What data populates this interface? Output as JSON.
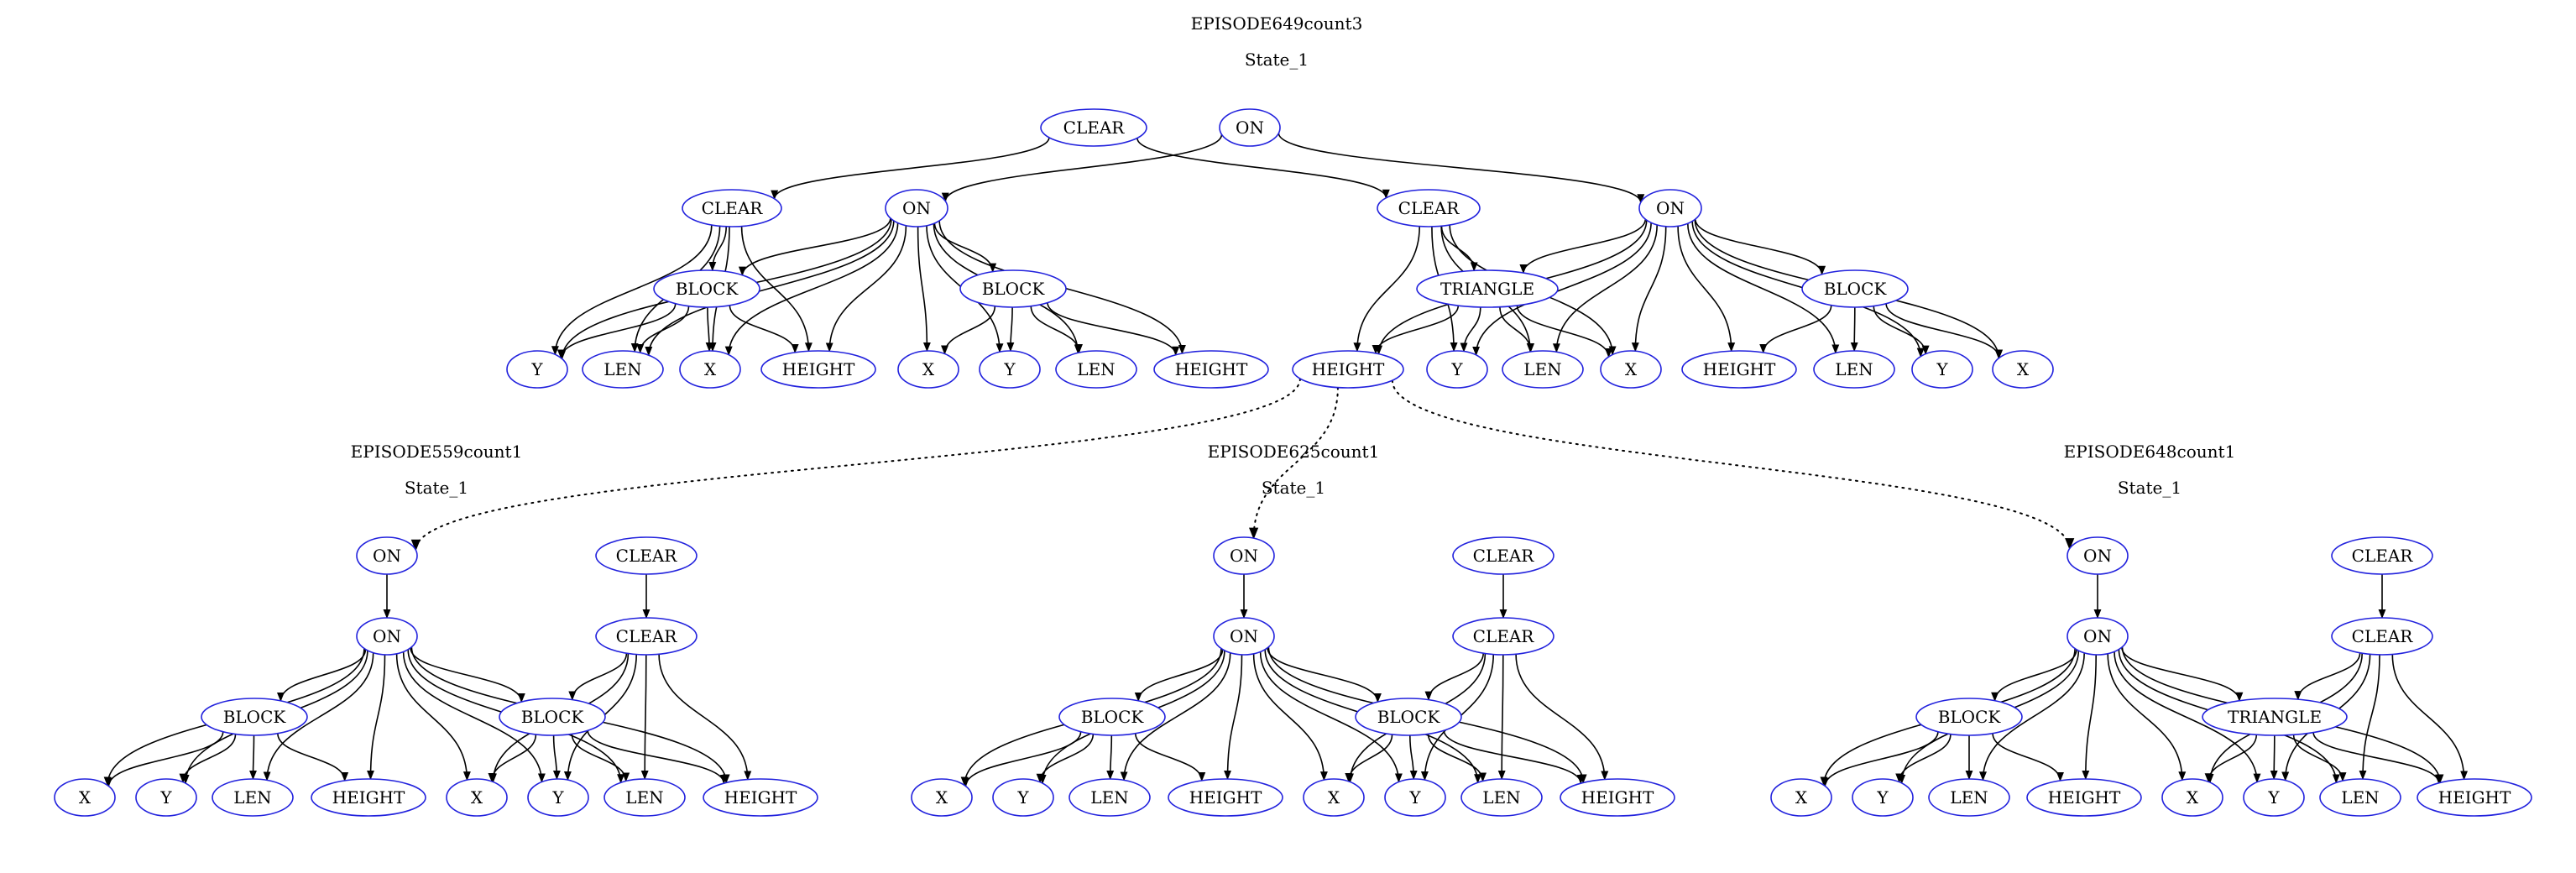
{
  "colors": {
    "node_outline": "#2222dd",
    "edge": "#000000",
    "text": "#000000",
    "background": "#ffffff"
  },
  "graphs": [
    {
      "title": "EPISODE649count3",
      "state": "State_1"
    },
    {
      "title": "EPISODE559count1",
      "state": "State_1"
    },
    {
      "title": "EPISODE625count1",
      "state": "State_1"
    },
    {
      "title": "EPISODE648count1",
      "state": "State_1"
    }
  ],
  "nodes": [
    {
      "id": "t_clear",
      "label": "CLEAR"
    },
    {
      "id": "t_on",
      "label": "ON"
    },
    {
      "id": "t_l_clear",
      "label": "CLEAR"
    },
    {
      "id": "t_l_on",
      "label": "ON"
    },
    {
      "id": "t_r_clear",
      "label": "CLEAR"
    },
    {
      "id": "t_r_on",
      "label": "ON"
    },
    {
      "id": "t_l_block1",
      "label": "BLOCK"
    },
    {
      "id": "t_l_block2",
      "label": "BLOCK"
    },
    {
      "id": "t_r_triangle",
      "label": "TRIANGLE"
    },
    {
      "id": "t_r_block",
      "label": "BLOCK"
    },
    {
      "id": "t_y1",
      "label": "Y"
    },
    {
      "id": "t_len1",
      "label": "LEN"
    },
    {
      "id": "t_x1",
      "label": "X"
    },
    {
      "id": "t_h1",
      "label": "HEIGHT"
    },
    {
      "id": "t_x2",
      "label": "X"
    },
    {
      "id": "t_y2",
      "label": "Y"
    },
    {
      "id": "t_len2",
      "label": "LEN"
    },
    {
      "id": "t_h2",
      "label": "HEIGHT"
    },
    {
      "id": "t_h3",
      "label": "HEIGHT"
    },
    {
      "id": "t_y3",
      "label": "Y"
    },
    {
      "id": "t_len3",
      "label": "LEN"
    },
    {
      "id": "t_x3",
      "label": "X"
    },
    {
      "id": "t_h4",
      "label": "HEIGHT"
    },
    {
      "id": "t_len4",
      "label": "LEN"
    },
    {
      "id": "t_y4",
      "label": "Y"
    },
    {
      "id": "t_x4",
      "label": "X"
    },
    {
      "id": "a_on_top",
      "label": "ON"
    },
    {
      "id": "a_clear_top",
      "label": "CLEAR"
    },
    {
      "id": "a_on",
      "label": "ON"
    },
    {
      "id": "a_clear",
      "label": "CLEAR"
    },
    {
      "id": "a_block1",
      "label": "BLOCK"
    },
    {
      "id": "a_block2",
      "label": "BLOCK"
    },
    {
      "id": "a_x1",
      "label": "X"
    },
    {
      "id": "a_y1",
      "label": "Y"
    },
    {
      "id": "a_len1",
      "label": "LEN"
    },
    {
      "id": "a_h1",
      "label": "HEIGHT"
    },
    {
      "id": "a_x2",
      "label": "X"
    },
    {
      "id": "a_y2",
      "label": "Y"
    },
    {
      "id": "a_len2",
      "label": "LEN"
    },
    {
      "id": "a_h2",
      "label": "HEIGHT"
    },
    {
      "id": "b_on_top",
      "label": "ON"
    },
    {
      "id": "b_clear_top",
      "label": "CLEAR"
    },
    {
      "id": "b_on",
      "label": "ON"
    },
    {
      "id": "b_clear",
      "label": "CLEAR"
    },
    {
      "id": "b_block1",
      "label": "BLOCK"
    },
    {
      "id": "b_block2",
      "label": "BLOCK"
    },
    {
      "id": "b_x1",
      "label": "X"
    },
    {
      "id": "b_y1",
      "label": "Y"
    },
    {
      "id": "b_len1",
      "label": "LEN"
    },
    {
      "id": "b_h1",
      "label": "HEIGHT"
    },
    {
      "id": "b_x2",
      "label": "X"
    },
    {
      "id": "b_y2",
      "label": "Y"
    },
    {
      "id": "b_len2",
      "label": "LEN"
    },
    {
      "id": "b_h2",
      "label": "HEIGHT"
    },
    {
      "id": "c_on_top",
      "label": "ON"
    },
    {
      "id": "c_clear_top",
      "label": "CLEAR"
    },
    {
      "id": "c_on",
      "label": "ON"
    },
    {
      "id": "c_clear",
      "label": "CLEAR"
    },
    {
      "id": "c_block",
      "label": "BLOCK"
    },
    {
      "id": "c_triangle",
      "label": "TRIANGLE"
    },
    {
      "id": "c_x1",
      "label": "X"
    },
    {
      "id": "c_y1",
      "label": "Y"
    },
    {
      "id": "c_len1",
      "label": "LEN"
    },
    {
      "id": "c_h1",
      "label": "HEIGHT"
    },
    {
      "id": "c_x2",
      "label": "X"
    },
    {
      "id": "c_y2",
      "label": "Y"
    },
    {
      "id": "c_len2",
      "label": "LEN"
    },
    {
      "id": "c_h2",
      "label": "HEIGHT"
    }
  ],
  "edges": [
    [
      "t_clear",
      "t_l_clear"
    ],
    [
      "t_clear",
      "t_r_clear"
    ],
    [
      "t_on",
      "t_l_on"
    ],
    [
      "t_on",
      "t_r_on"
    ],
    [
      "t_l_clear",
      "t_l_block1"
    ],
    [
      "t_l_clear",
      "t_y1"
    ],
    [
      "t_l_clear",
      "t_len1"
    ],
    [
      "t_l_clear",
      "t_x1"
    ],
    [
      "t_l_clear",
      "t_h1"
    ],
    [
      "t_l_on",
      "t_l_block1"
    ],
    [
      "t_l_on",
      "t_l_block2"
    ],
    [
      "t_l_on",
      "t_y1"
    ],
    [
      "t_l_on",
      "t_len1"
    ],
    [
      "t_l_on",
      "t_x1"
    ],
    [
      "t_l_on",
      "t_h1"
    ],
    [
      "t_l_on",
      "t_x2"
    ],
    [
      "t_l_on",
      "t_y2"
    ],
    [
      "t_l_on",
      "t_len2"
    ],
    [
      "t_l_on",
      "t_h2"
    ],
    [
      "t_l_block1",
      "t_y1"
    ],
    [
      "t_l_block1",
      "t_len1"
    ],
    [
      "t_l_block1",
      "t_x1"
    ],
    [
      "t_l_block1",
      "t_h1"
    ],
    [
      "t_l_block2",
      "t_x2"
    ],
    [
      "t_l_block2",
      "t_y2"
    ],
    [
      "t_l_block2",
      "t_len2"
    ],
    [
      "t_l_block2",
      "t_h2"
    ],
    [
      "t_r_clear",
      "t_r_triangle"
    ],
    [
      "t_r_clear",
      "t_h3"
    ],
    [
      "t_r_clear",
      "t_y3"
    ],
    [
      "t_r_clear",
      "t_len3"
    ],
    [
      "t_r_clear",
      "t_x3"
    ],
    [
      "t_r_on",
      "t_r_triangle"
    ],
    [
      "t_r_on",
      "t_r_block"
    ],
    [
      "t_r_on",
      "t_h3"
    ],
    [
      "t_r_on",
      "t_y3"
    ],
    [
      "t_r_on",
      "t_len3"
    ],
    [
      "t_r_on",
      "t_x3"
    ],
    [
      "t_r_on",
      "t_h4"
    ],
    [
      "t_r_on",
      "t_len4"
    ],
    [
      "t_r_on",
      "t_y4"
    ],
    [
      "t_r_on",
      "t_x4"
    ],
    [
      "t_r_triangle",
      "t_h3"
    ],
    [
      "t_r_triangle",
      "t_y3"
    ],
    [
      "t_r_triangle",
      "t_len3"
    ],
    [
      "t_r_triangle",
      "t_x3"
    ],
    [
      "t_r_block",
      "t_h4"
    ],
    [
      "t_r_block",
      "t_len4"
    ],
    [
      "t_r_block",
      "t_y4"
    ],
    [
      "t_r_block",
      "t_x4"
    ],
    [
      "a_on_top",
      "a_on"
    ],
    [
      "a_clear_top",
      "a_clear"
    ],
    [
      "a_on",
      "a_block1"
    ],
    [
      "a_on",
      "a_block2"
    ],
    [
      "a_on",
      "a_x1"
    ],
    [
      "a_on",
      "a_y1"
    ],
    [
      "a_on",
      "a_len1"
    ],
    [
      "a_on",
      "a_h1"
    ],
    [
      "a_on",
      "a_x2"
    ],
    [
      "a_on",
      "a_y2"
    ],
    [
      "a_on",
      "a_len2"
    ],
    [
      "a_on",
      "a_h2"
    ],
    [
      "a_clear",
      "a_block2"
    ],
    [
      "a_clear",
      "a_x2"
    ],
    [
      "a_clear",
      "a_y2"
    ],
    [
      "a_clear",
      "a_len2"
    ],
    [
      "a_clear",
      "a_h2"
    ],
    [
      "a_block1",
      "a_x1"
    ],
    [
      "a_block1",
      "a_y1"
    ],
    [
      "a_block1",
      "a_len1"
    ],
    [
      "a_block1",
      "a_h1"
    ],
    [
      "a_block2",
      "a_x2"
    ],
    [
      "a_block2",
      "a_y2"
    ],
    [
      "a_block2",
      "a_len2"
    ],
    [
      "a_block2",
      "a_h2"
    ],
    [
      "b_on_top",
      "b_on"
    ],
    [
      "b_clear_top",
      "b_clear"
    ],
    [
      "b_on",
      "b_block1"
    ],
    [
      "b_on",
      "b_block2"
    ],
    [
      "b_on",
      "b_x1"
    ],
    [
      "b_on",
      "b_y1"
    ],
    [
      "b_on",
      "b_len1"
    ],
    [
      "b_on",
      "b_h1"
    ],
    [
      "b_on",
      "b_x2"
    ],
    [
      "b_on",
      "b_y2"
    ],
    [
      "b_on",
      "b_len2"
    ],
    [
      "b_on",
      "b_h2"
    ],
    [
      "b_clear",
      "b_block2"
    ],
    [
      "b_clear",
      "b_x2"
    ],
    [
      "b_clear",
      "b_y2"
    ],
    [
      "b_clear",
      "b_len2"
    ],
    [
      "b_clear",
      "b_h2"
    ],
    [
      "b_block1",
      "b_x1"
    ],
    [
      "b_block1",
      "b_y1"
    ],
    [
      "b_block1",
      "b_len1"
    ],
    [
      "b_block1",
      "b_h1"
    ],
    [
      "b_block2",
      "b_x2"
    ],
    [
      "b_block2",
      "b_y2"
    ],
    [
      "b_block2",
      "b_len2"
    ],
    [
      "b_block2",
      "b_h2"
    ],
    [
      "c_on_top",
      "c_on"
    ],
    [
      "c_clear_top",
      "c_clear"
    ],
    [
      "c_on",
      "c_block"
    ],
    [
      "c_on",
      "c_triangle"
    ],
    [
      "c_on",
      "c_x1"
    ],
    [
      "c_on",
      "c_y1"
    ],
    [
      "c_on",
      "c_len1"
    ],
    [
      "c_on",
      "c_h1"
    ],
    [
      "c_on",
      "c_x2"
    ],
    [
      "c_on",
      "c_y2"
    ],
    [
      "c_on",
      "c_len2"
    ],
    [
      "c_on",
      "c_h2"
    ],
    [
      "c_clear",
      "c_triangle"
    ],
    [
      "c_clear",
      "c_x2"
    ],
    [
      "c_clear",
      "c_y2"
    ],
    [
      "c_clear",
      "c_len2"
    ],
    [
      "c_clear",
      "c_h2"
    ],
    [
      "c_block",
      "c_x1"
    ],
    [
      "c_block",
      "c_y1"
    ],
    [
      "c_block",
      "c_len1"
    ],
    [
      "c_block",
      "c_h1"
    ],
    [
      "c_triangle",
      "c_x2"
    ],
    [
      "c_triangle",
      "c_y2"
    ],
    [
      "c_triangle",
      "c_len2"
    ],
    [
      "c_triangle",
      "c_h2"
    ]
  ],
  "links": [
    [
      "t_h3",
      "a_on_top"
    ],
    [
      "t_h3",
      "b_on_top"
    ],
    [
      "t_h3",
      "c_on_top"
    ]
  ]
}
